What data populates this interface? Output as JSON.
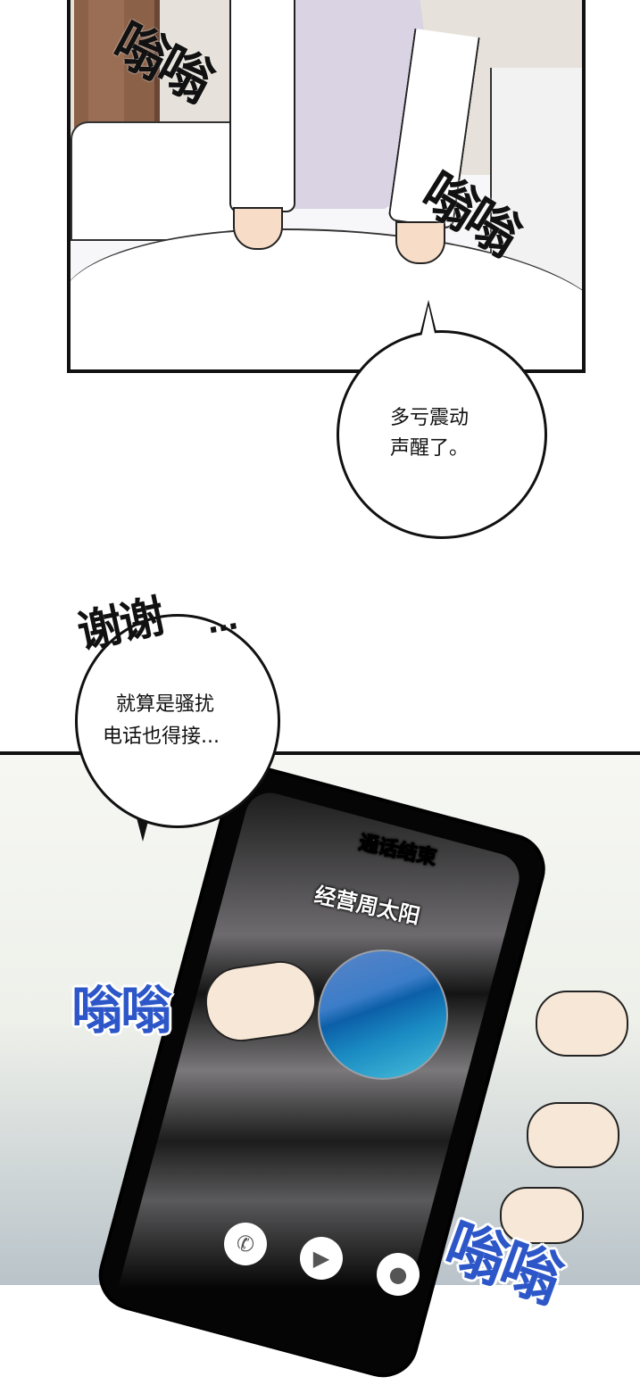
{
  "panel1": {
    "sfx_left": "嗡嗡",
    "sfx_right": "嗡嗡",
    "bubble": {
      "line1": "多亏震动",
      "line2": "声醒了。"
    }
  },
  "between": {
    "exclamation": "谢谢",
    "exclamation_dots": "…",
    "bubble": {
      "line1": "就算是骚扰",
      "line2": "电话也得接..."
    }
  },
  "panel2": {
    "phone": {
      "call_status": "通话结束",
      "caller_name": "经营周太阳",
      "answer_button_colors": [
        "#3c7dc8",
        "#0c5fa8",
        "#48bfda"
      ],
      "buttons": [
        {
          "icon": "phone-icon",
          "glyph": "✆"
        },
        {
          "icon": "video-camera-icon",
          "glyph": "▶"
        },
        {
          "icon": "message-icon",
          "glyph": "●"
        }
      ]
    },
    "sfx_left": "嗡嗡",
    "sfx_right": "嗡嗡",
    "sfx_color": "#2d57c8"
  }
}
